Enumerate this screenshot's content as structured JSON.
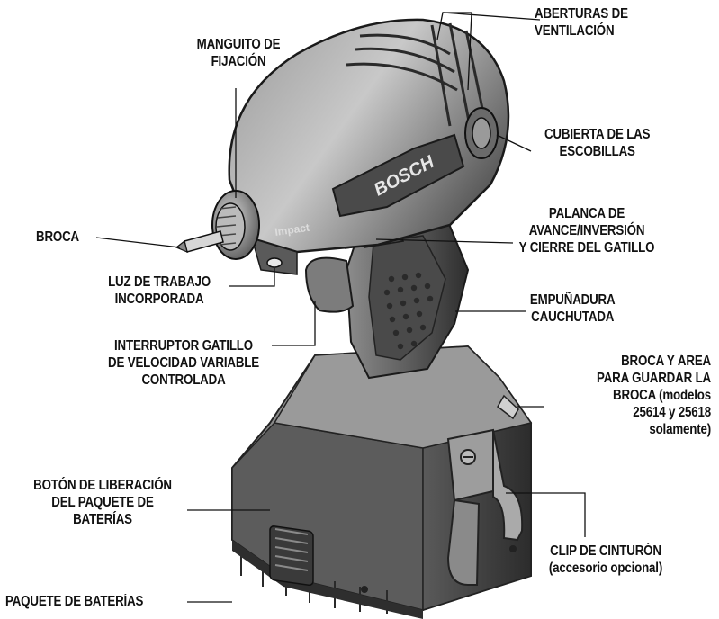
{
  "labels": {
    "aberturas": [
      "ABERTURAS DE",
      "VENTILACIÓN"
    ],
    "manguito": [
      "MANGUITO DE",
      "FIJACIÓN"
    ],
    "cubierta": [
      "CUBIERTA DE LAS",
      "ESCOBILLAS"
    ],
    "broca": [
      "BROCA"
    ],
    "palanca": [
      "PALANCA DE",
      "AVANCE/INVERSIÓN",
      "Y  CIERRE DEL GATILLO"
    ],
    "luz": [
      "LUZ DE TRABAJO",
      "INCORPORADA"
    ],
    "empunadura": [
      "EMPUÑADURA",
      "CAUCHUTADA"
    ],
    "interruptor": [
      "INTERRUPTOR GATILLO",
      "DE VELOCIDAD VARIABLE",
      "CONTROLADA"
    ],
    "broca_area": [
      "BROCA Y ÁREA",
      "PARA GUARDAR LA",
      "BROCA (modelos",
      "25614 y 25618",
      "solamente)"
    ],
    "boton": [
      "BOTÓN DE LIBERACIÓN",
      "DEL PAQUETE DE",
      "BATERÍAS"
    ],
    "clip": [
      "CLIP DE CINTURÓN",
      "(accesorio opcional)"
    ],
    "paquete": [
      "PAQUETE DE BATERÍAS"
    ]
  },
  "tool_marks": {
    "brand": "BOSCH",
    "model": "Impact"
  },
  "colors": {
    "ink": "#111111",
    "tool_dark": "#3a3a3a",
    "tool_mid": "#6e6e6e",
    "tool_light": "#a8a8a8"
  }
}
